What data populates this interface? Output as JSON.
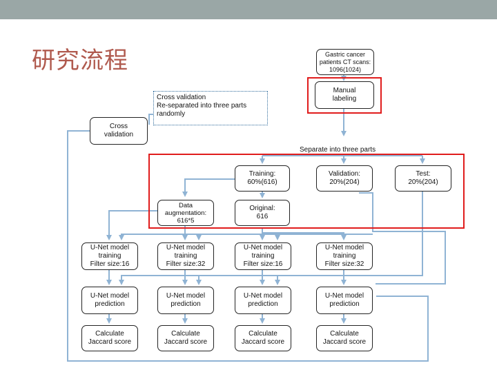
{
  "slide": {
    "title": "研究流程"
  },
  "diagram": {
    "patients": "Gastric cancer\npatients CT scans:\n1096(1024)",
    "manual_labeling": "Manual\nlabeling",
    "cross_validation_note": "Cross validation\nRe-separated into three parts\nrandomly",
    "cross_validation": "Cross\nvalidation",
    "separate_label": "Separate into three parts",
    "training": "Training:\n60%(616)",
    "validation": "Validation:\n20%(204)",
    "test": "Test:\n20%(204)",
    "data_augmentation": "Data\naugmentation:\n616*5",
    "original": "Original:\n616",
    "training_boxes": [
      "U-Net model\ntraining\nFilter size:16",
      "U-Net model\ntraining\nFilter size:32",
      "U-Net model\ntraining\nFilter size:16",
      "U-Net model\ntraining\nFilter size:32"
    ],
    "prediction_boxes": [
      "U-Net model\nprediction",
      "U-Net model\nprediction",
      "U-Net model\nprediction",
      "U-Net model\nprediction"
    ],
    "score_boxes": [
      "Calculate\nJaccard score",
      "Calculate\nJaccard score",
      "Calculate\nJaccard score",
      "Calculate\nJaccard score"
    ],
    "colors": {
      "connector": "#8fb3d4",
      "highlight": "#e01b1b",
      "title": "#b05a4e",
      "topbar": "#9aa7a6"
    }
  }
}
